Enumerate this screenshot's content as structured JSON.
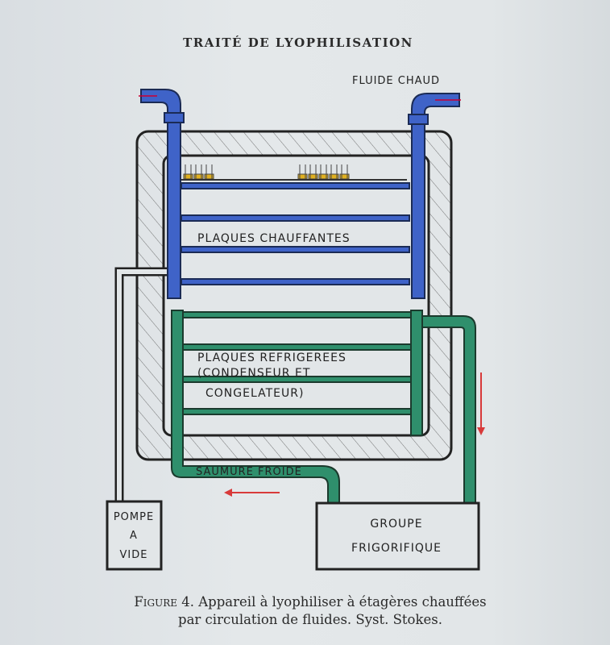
{
  "header": {
    "title": "TRAITÉ DE LYOPHILISATION"
  },
  "diagram": {
    "labels": {
      "hot_fluid": "FLUIDE CHAUD",
      "heating_plates": "PLAQUES CHAUFFANTES",
      "refrigerated_plates": "PLAQUES REFRIGEREES",
      "condenser": "(CONDENSEUR ET",
      "freezer": "CONGELATEUR)",
      "cold_brine": "SAUMURE FROIDE",
      "vacuum_pump_line1": "POMPE",
      "vacuum_pump_line2": "A",
      "vacuum_pump_line3": "VIDE",
      "refrigeration_unit_line1": "GROUPE",
      "refrigeration_unit_line2": "FRIGORIFIQUE"
    },
    "colors": {
      "hot": "#3f63c8",
      "cold": "#2f8f6c",
      "arrow": "#d83a3a",
      "product": "#e0b020"
    }
  },
  "caption": {
    "figure_label": "Figure 4.",
    "line1": "Appareil à lyophiliser à étagères chauffées",
    "line2": "par circulation de fluides. Syst. Stokes."
  }
}
